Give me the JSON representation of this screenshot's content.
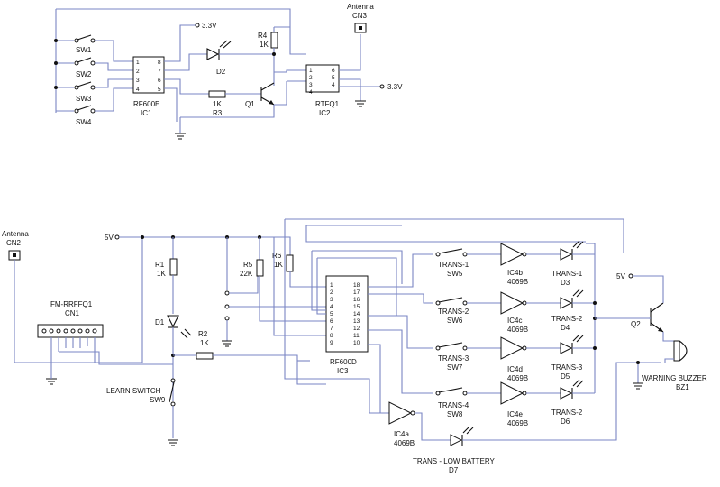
{
  "top": {
    "switches": [
      "SW1",
      "SW2",
      "SW3",
      "SW4"
    ],
    "ic1": {
      "name": "RF600E",
      "ref": "IC1",
      "pins": [
        "1",
        "2",
        "3",
        "4",
        "8",
        "7",
        "6",
        "5"
      ]
    },
    "ic2": {
      "name": "RTFQ1",
      "ref": "IC2",
      "pins": [
        "1",
        "2",
        "3",
        "4",
        "6",
        "5",
        "4"
      ]
    },
    "supply_a": "3.3V",
    "supply_b": "3.3V",
    "d2": "D2",
    "r4_ref": "R4",
    "r4_val": "1K",
    "r3_val": "1K",
    "r3_ref": "R3",
    "q1": "Q1",
    "antenna_label": "Antenna",
    "antenna_ref": "CN3"
  },
  "bottom": {
    "antenna_label": "Antenna",
    "antenna_ref": "CN2",
    "supply_5v": "5V",
    "connector_name": "FM-RRFFQ1",
    "connector_ref": "CN1",
    "r1_ref": "R1",
    "r1_val": "1K",
    "d1": "D1",
    "r2_ref": "R2",
    "r2_val": "1K",
    "r5_ref": "R5",
    "r5_val": "22K",
    "r6_ref": "R6",
    "r6_val": "1K",
    "learn_switch": "LEARN SWITCH",
    "sw9": "SW9",
    "ic3": {
      "name": "RF600D",
      "ref": "IC3",
      "left_pins": [
        "1",
        "2",
        "3",
        "4",
        "5",
        "6",
        "7",
        "8",
        "9"
      ],
      "right_pins": [
        "18",
        "17",
        "16",
        "15",
        "14",
        "13",
        "12",
        "11",
        "10"
      ]
    },
    "trans_switches": [
      {
        "label": "TRANS-1",
        "ref": "SW5"
      },
      {
        "label": "TRANS-2",
        "ref": "SW6"
      },
      {
        "label": "TRANS-3",
        "ref": "SW7"
      },
      {
        "label": "TRANS-4",
        "ref": "SW8"
      }
    ],
    "inverters": [
      {
        "ref": "IC4b",
        "part": "4069B"
      },
      {
        "ref": "IC4c",
        "part": "4069B"
      },
      {
        "ref": "IC4d",
        "part": "4069B"
      },
      {
        "ref": "IC4e",
        "part": "4069B"
      }
    ],
    "leds": [
      {
        "label": "TRANS-1",
        "ref": "D3"
      },
      {
        "label": "TRANS-2",
        "ref": "D4"
      },
      {
        "label": "TRANS-3",
        "ref": "D5"
      },
      {
        "label": "TRANS-2",
        "ref": "D6"
      }
    ],
    "ic4a_ref": "IC4a",
    "ic4a_part": "4069B",
    "low_battery_label": "TRANS - LOW BATTERY",
    "d7": "D7",
    "q2_supply": "5V",
    "q2": "Q2",
    "buzzer_label": "WARNING BUZZER",
    "buzzer_ref": "BZ1"
  }
}
